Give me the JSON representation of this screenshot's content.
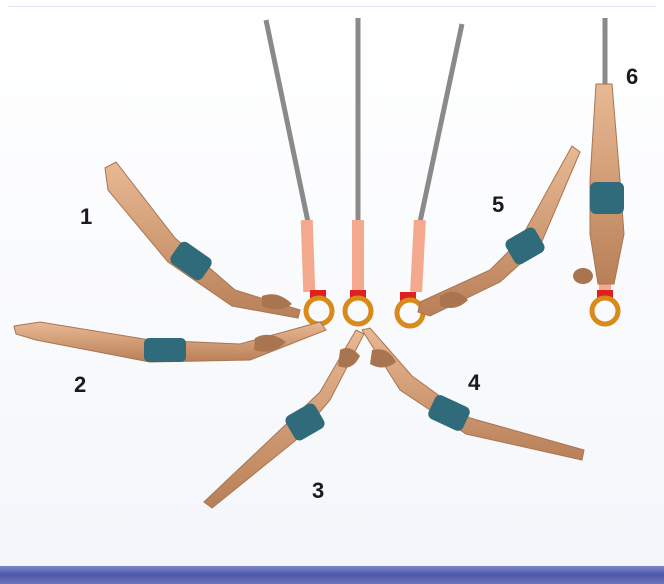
{
  "figure": {
    "positions": [
      {
        "id": 1,
        "label": "1"
      },
      {
        "id": 2,
        "label": "2"
      },
      {
        "id": 3,
        "label": "3"
      },
      {
        "id": 4,
        "label": "4"
      },
      {
        "id": 5,
        "label": "5"
      },
      {
        "id": 6,
        "label": "6"
      }
    ]
  },
  "colors": {
    "cable": "#8a8a8a",
    "strap": "#f4a98f",
    "buckle": "#e02020",
    "ring": "#d88a1a",
    "skin": "#d9a67e",
    "skin_shadow": "#a97550",
    "shorts": "#2f6b7a",
    "bottom_bar": "#4d57a8"
  }
}
